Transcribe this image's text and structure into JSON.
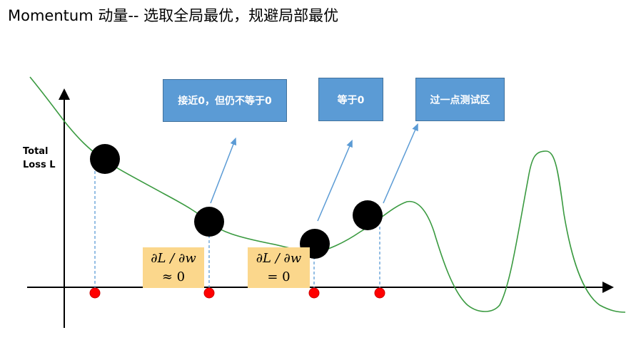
{
  "title": "Momentum 动量-- 选取全局最优，规避局部最优",
  "y_axis_label": [
    "Total",
    "Loss L"
  ],
  "callouts": [
    "接近0，但仍不等于0",
    "等于0",
    "过一点测试区"
  ],
  "gradient_labels": [
    {
      "expr": "∂L / ∂w",
      "value": "≈ 0"
    },
    {
      "expr": "∂L / ∂w",
      "value": "= 0"
    }
  ],
  "colors": {
    "curve": "#3a9a40",
    "box": "#5b9bd5",
    "yellow": "#fbd78c",
    "dot": "#ff0000"
  }
}
